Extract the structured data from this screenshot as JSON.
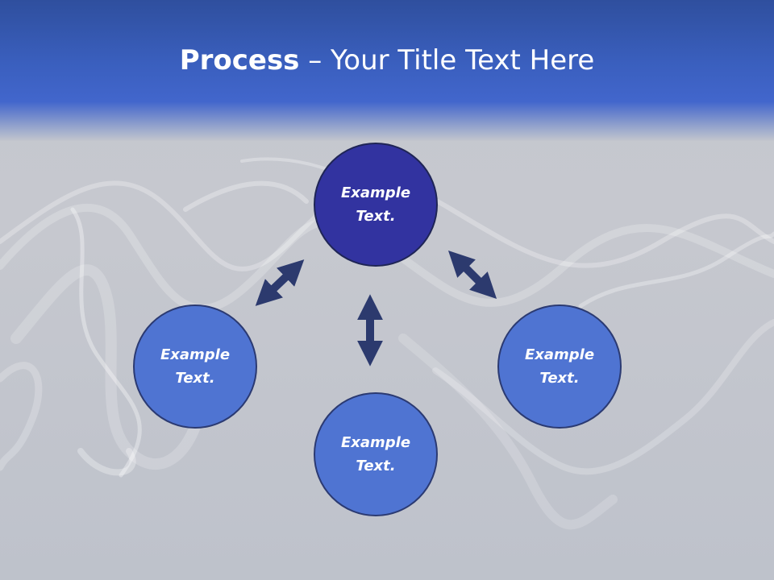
{
  "title": {
    "bold": "Process",
    "rest": " – Your Title Text Here"
  },
  "nodes": {
    "top": "Example Text.",
    "left": "Example Text.",
    "right": "Example Text.",
    "bottom": "Example Text."
  },
  "colors": {
    "header": "#3a5fbe",
    "node_primary": "#3233a0",
    "node_secondary": "#4f74d2",
    "arrow": "#2c3a6e"
  }
}
